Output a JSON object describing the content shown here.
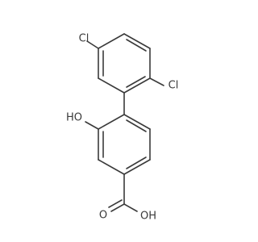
{
  "molecule": {
    "atoms": {
      "cl_top": "Cl",
      "cl_right": "Cl",
      "hydroxyl": "HO",
      "carbonyl_o": "O",
      "acid_oh": "OH"
    },
    "bond_color": "#3a3a3a"
  }
}
